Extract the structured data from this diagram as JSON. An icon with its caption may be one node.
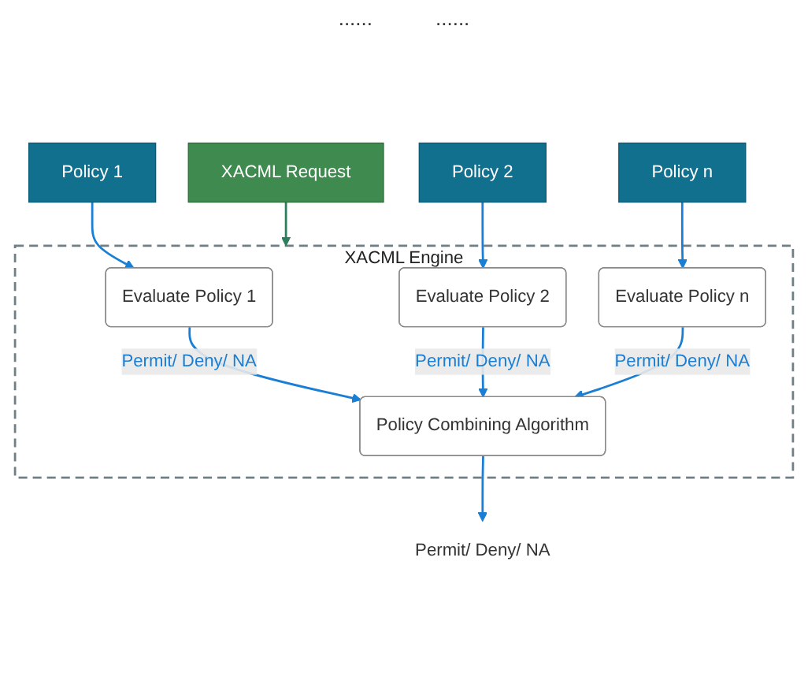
{
  "diagram": {
    "nodes": [
      {
        "text": [
          "Policy 1"
        ]
      },
      {
        "text": [
          "Policy 2"
        ]
      },
      {
        "text": [
          "Policy n"
        ]
      },
      {
        "text": [
          "XACML Engine"
        ]
      },
      {
        "text": [
          "Evaluate Policy 1"
        ],
        "in": 3
      },
      {
        "text": [
          "Evaluate Policy 2"
        ],
        "in": 3
      },
      {
        "text": [
          "Evaluate Policy n"
        ],
        "in": 3
      },
      {
        "text": [
          "Policy Combining Algorithm"
        ],
        "in": 3
      },
      {
        "text": [
          "XACML Request"
        ]
      },
      {
        "text": [
          "Permit/ Deny/ NA"
        ]
      }
    ],
    "edges": [
      {
        "from": 0,
        "to": 4,
        "arrow": "to"
      },
      {
        "from": 1,
        "to": 5,
        "arrow": "to"
      },
      {
        "from": 2,
        "to": 6,
        "arrow": "to"
      },
      {
        "from": 8,
        "to": 3,
        "arrow": "to",
        "color": "#2e7d5b"
      },
      {
        "from": 4,
        "to": 7,
        "arrow": "to",
        "label": "Permit/ Deny/ NA"
      },
      {
        "from": 5,
        "to": 7,
        "arrow": "to",
        "label": "Permit/ Deny/ NA"
      },
      {
        "from": 6,
        "to": 7,
        "arrow": "to",
        "label": "Permit/ Deny/ NA"
      },
      {
        "from": 7,
        "to": 9,
        "arrow": "to"
      }
    ],
    "labels": [
      "......",
      "......"
    ]
  }
}
